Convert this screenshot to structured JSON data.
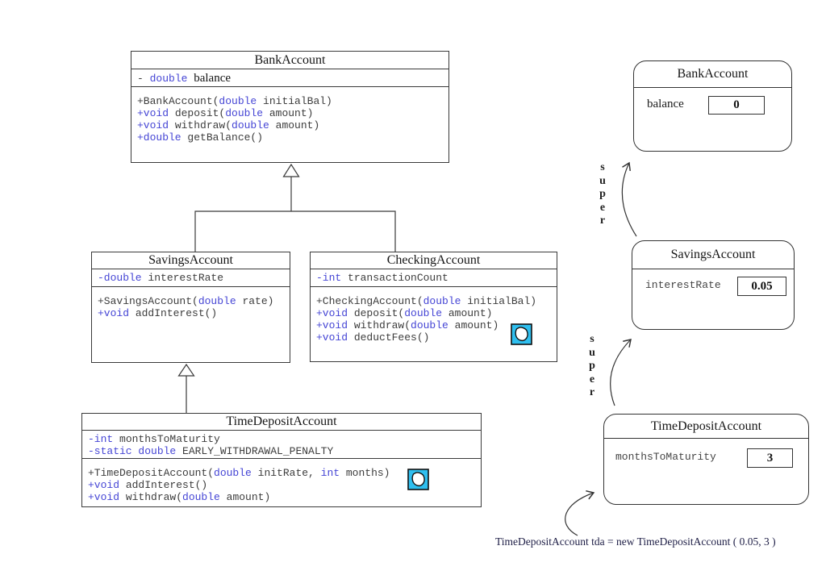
{
  "colors": {
    "code_blue": "#4545d5",
    "code_dark": "#3d3d3d",
    "icon_cyan": "#2fbfef",
    "border": "#3a3a3a",
    "caption": "#1e1e46",
    "label_gray": "#454545"
  },
  "icons": {
    "annotation": "speech-bubble-icon"
  },
  "class_diagram": {
    "classes": [
      {
        "title": "BankAccount",
        "attributes": [
          [
            {
              "t": "- ",
              "s": "dark"
            },
            {
              "t": "double",
              "s": "blue"
            },
            {
              "t": " ",
              "s": "dark"
            },
            {
              "t": "balance",
              "s": "serif"
            }
          ]
        ],
        "methods": [
          [
            {
              "t": "+BankAccount(",
              "s": "dark"
            },
            {
              "t": "double",
              "s": "blue"
            },
            {
              "t": " initialBal)",
              "s": "dark"
            }
          ],
          [
            {
              "t": "+void",
              "s": "blue"
            },
            {
              "t": " deposit(",
              "s": "dark"
            },
            {
              "t": "double",
              "s": "blue"
            },
            {
              "t": " amount)",
              "s": "dark"
            }
          ],
          [
            {
              "t": "+void",
              "s": "blue"
            },
            {
              "t": " withdraw(",
              "s": "dark"
            },
            {
              "t": "double",
              "s": "blue"
            },
            {
              "t": " amount)",
              "s": "dark"
            }
          ],
          [
            {
              "t": "+double",
              "s": "blue"
            },
            {
              "t": " getBalance()",
              "s": "dark"
            }
          ]
        ]
      },
      {
        "title": "SavingsAccount",
        "attributes": [
          [
            {
              "t": "-double",
              "s": "blue"
            },
            {
              "t": " interestRate",
              "s": "dark"
            }
          ]
        ],
        "methods": [
          [
            {
              "t": "+SavingsAccount(",
              "s": "dark"
            },
            {
              "t": "double",
              "s": "blue"
            },
            {
              "t": " rate)",
              "s": "dark"
            }
          ],
          [
            {
              "t": "+void",
              "s": "blue"
            },
            {
              "t": " addInterest()",
              "s": "dark"
            }
          ]
        ]
      },
      {
        "title": "CheckingAccount",
        "attributes": [
          [
            {
              "t": "-int",
              "s": "blue"
            },
            {
              "t": " transactionCount",
              "s": "dark"
            }
          ]
        ],
        "methods": [
          [
            {
              "t": "+CheckingAccount(",
              "s": "dark"
            },
            {
              "t": "double",
              "s": "blue"
            },
            {
              "t": " initialBal)",
              "s": "dark"
            }
          ],
          [
            {
              "t": "+void",
              "s": "blue"
            },
            {
              "t": " deposit(",
              "s": "dark"
            },
            {
              "t": "double",
              "s": "blue"
            },
            {
              "t": " amount)",
              "s": "dark"
            }
          ],
          [
            {
              "t": "+void",
              "s": "blue"
            },
            {
              "t": " withdraw(",
              "s": "dark"
            },
            {
              "t": "double",
              "s": "blue"
            },
            {
              "t": " amount)",
              "s": "dark"
            }
          ],
          [
            {
              "t": "+void",
              "s": "blue"
            },
            {
              "t": " deductFees()",
              "s": "dark"
            }
          ]
        ]
      },
      {
        "title": "TimeDepositAccount",
        "attributes": [
          [
            {
              "t": "-int",
              "s": "blue"
            },
            {
              "t": " monthsToMaturity",
              "s": "dark"
            }
          ],
          [
            {
              "t": "-static double",
              "s": "blue"
            },
            {
              "t": " EARLY_WITHDRAWAL_PENALTY",
              "s": "dark"
            }
          ]
        ],
        "methods": [
          [
            {
              "t": "+TimeDepositAccount(",
              "s": "dark"
            },
            {
              "t": "double",
              "s": "blue"
            },
            {
              "t": " initRate, ",
              "s": "dark"
            },
            {
              "t": "int",
              "s": "blue"
            },
            {
              "t": " months)",
              "s": "dark"
            }
          ],
          [
            {
              "t": "+void",
              "s": "blue"
            },
            {
              "t": " addInterest()",
              "s": "dark"
            }
          ],
          [
            {
              "t": "+void",
              "s": "blue"
            },
            {
              "t": " withdraw(",
              "s": "dark"
            },
            {
              "t": "double",
              "s": "blue"
            },
            {
              "t": " amount)",
              "s": "dark"
            }
          ]
        ]
      }
    ]
  },
  "object_diagram": {
    "objects": [
      {
        "title": "BankAccount",
        "field": "balance",
        "value": "0"
      },
      {
        "title": "SavingsAccount",
        "field": "interestRate",
        "value": "0.05"
      },
      {
        "title": "TimeDepositAccount",
        "field": "monthsToMaturity",
        "value": "3"
      }
    ],
    "super_labels": [
      "super",
      "super"
    ],
    "caption": "TimeDepositAccount tda = new TimeDepositAccount ( 0.05, 3 )"
  }
}
